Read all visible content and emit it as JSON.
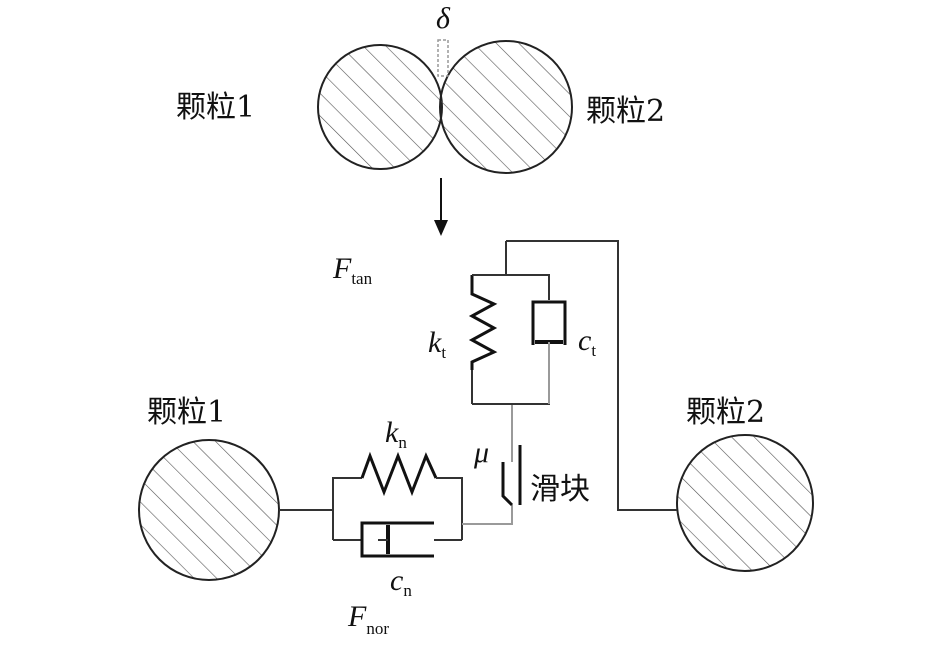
{
  "top_view": {
    "particle1_label": "颗粒1",
    "particle2_label": "颗粒2",
    "overlap_symbol": "δ"
  },
  "model_view": {
    "particle1_label": "颗粒1",
    "particle2_label": "颗粒2",
    "tangential_force": {
      "symbol": "F",
      "subscript": "tan"
    },
    "normal_force": {
      "symbol": "F",
      "subscript": "nor"
    },
    "tangential_spring": {
      "symbol": "k",
      "subscript": "t"
    },
    "tangential_damper": {
      "symbol": "c",
      "subscript": "t"
    },
    "normal_spring": {
      "symbol": "k",
      "subscript": "n"
    },
    "normal_damper": {
      "symbol": "c",
      "subscript": "n"
    },
    "friction_symbol": "μ",
    "slider_label": "滑块"
  }
}
